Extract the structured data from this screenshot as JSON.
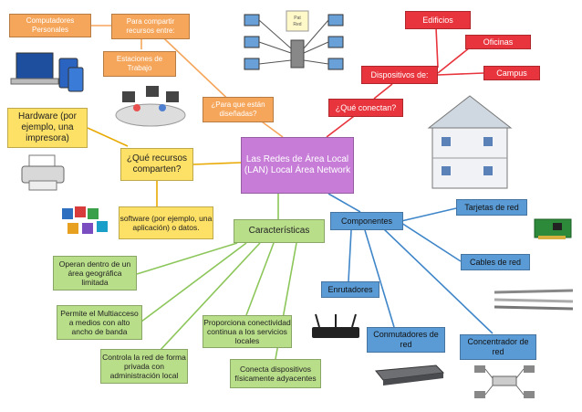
{
  "central": "Las Redes de Área Local (LAN) Local Área Network",
  "orange": {
    "computadores": "Computadores Personales",
    "compartir": "Para compartir recursos entre:",
    "estaciones": "Estaciones de Trabajo",
    "para_que": "¿Para que están diseñadas?"
  },
  "yellow": {
    "hardware": "Hardware (por ejemplo, una impresora)",
    "recursos": "¿Qué recursos comparten?",
    "software": "software (por ejemplo, una aplicación) o datos."
  },
  "red": {
    "edificios": "Edificios",
    "oficinas": "Oficinas",
    "campus": "Campus",
    "dispositivos": "Dispositivos de:",
    "conectan": "¿Qué conectan?"
  },
  "green": {
    "caracteristicas": "Características",
    "operan": "Operan dentro de un área geográfica limitada",
    "multiacceso": "Permite el Multiacceso a medios con alto ancho de banda",
    "controla": "Controla la red de forma privada con administración local",
    "proporciona": "Proporciona conectividad continua a los servicios locales",
    "conecta": "Conecta dispositivos físicamente adyacentes"
  },
  "blue": {
    "componentes": "Componentes",
    "tarjetas": "Tarjetas de red",
    "cables": "Cables de red",
    "enrutadores": "Enrutadores",
    "conmutadores": "Conmutadores de red",
    "concentrador": "Concentrador de red"
  },
  "diagram_label": {
    "text": "Pat\nRed"
  },
  "colors": {
    "orange": "#f5a65b",
    "yellow": "#fde066",
    "green": "#b9de8a",
    "red": "#e8343c",
    "blue": "#5b9bd5",
    "purple": "#c77cd8"
  }
}
